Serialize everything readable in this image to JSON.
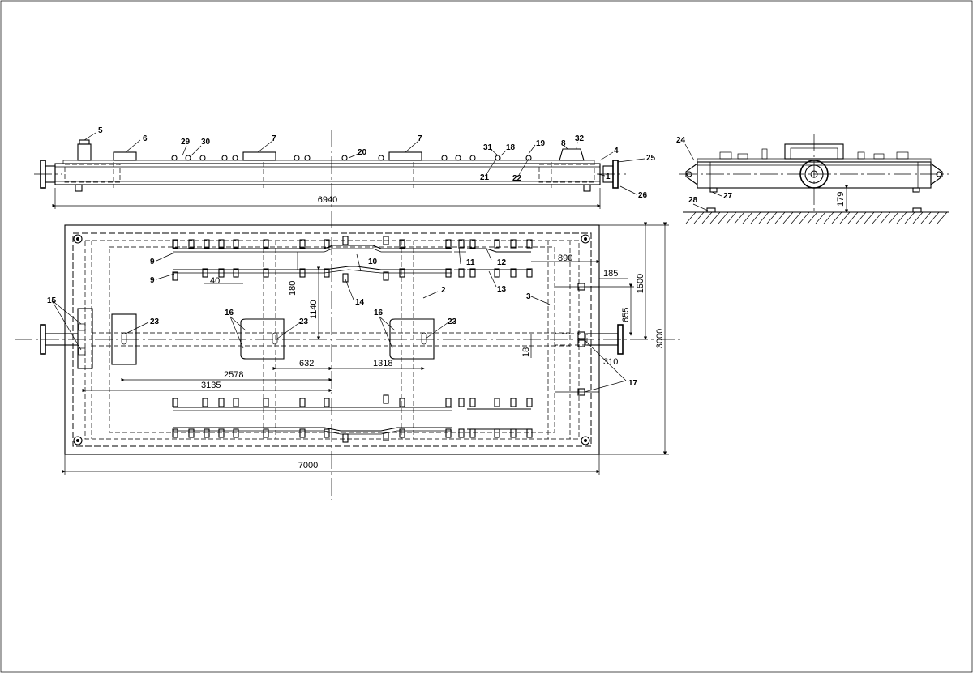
{
  "part_labels": {
    "top": [
      "5",
      "6",
      "29",
      "30",
      "7",
      "20",
      "7",
      "31",
      "18",
      "19",
      "32",
      "8",
      "4",
      "25",
      "1",
      "26",
      "21",
      "22"
    ],
    "side": [
      "24",
      "28",
      "27"
    ],
    "plan": [
      "9",
      "9",
      "10",
      "11",
      "12",
      "13",
      "14",
      "2",
      "3",
      "15",
      "23",
      "16",
      "23",
      "16",
      "23",
      "17"
    ]
  },
  "dimensions": {
    "top_length": "6940",
    "side_height": "179",
    "plan_length": "7000",
    "plan_width": "3000",
    "plan_half_width": "1500",
    "d890": "890",
    "d185": "185",
    "d655": "655",
    "d18": "18",
    "d310": "310",
    "d1140": "1140",
    "d180": "180",
    "d40": "40",
    "d632": "632",
    "d1318": "1318",
    "d2578": "2578",
    "d3135": "3135"
  }
}
